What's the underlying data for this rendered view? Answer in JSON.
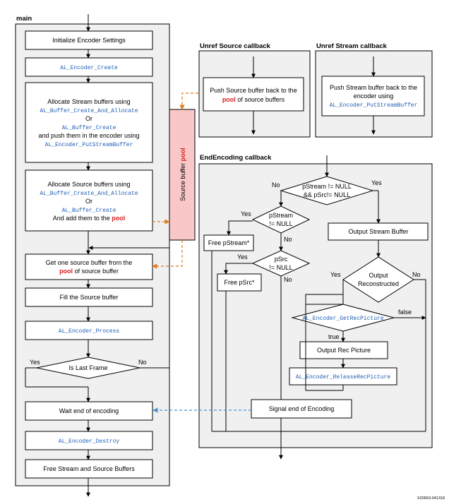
{
  "panels": {
    "main": "main",
    "unref_source": "Unref Source callback",
    "unref_stream": "Unref Stream callback",
    "end_encoding": "EndEncoding callback"
  },
  "main": {
    "init": "Initialize Encoder Settings",
    "create": "AL_Encoder_Create",
    "stream_alloc": {
      "line1": "Allocate Stream buffers using",
      "fn1": "AL_Buffer_Create_And_Allocate",
      "or": "Or",
      "fn2": "AL_Buffer_Create",
      "line2": "and push them in the encoder using",
      "fn3": "AL_Encoder_PutStreamBuffer"
    },
    "source_alloc": {
      "line1": "Allocate Source buffers using",
      "fn1": "AL_Buffer_Create_And_Allocate",
      "or": "Or",
      "fn2": "AL_Buffer_Create",
      "line2_pre": "And add them to the ",
      "line2_red": "pool"
    },
    "get_source": {
      "line1": "Get one source buffer from the",
      "red": "pool",
      "line2_post": " of source buffer"
    },
    "fill": "Fill the Source buffer",
    "process": "AL_Encoder_Process",
    "last_frame": "Is Last Frame",
    "yes": "Yes",
    "no": "No",
    "wait": "Wait end of encoding",
    "destroy": "AL_Encoder_Destroy",
    "free_all": "Free Stream and Source Buffers"
  },
  "pool": {
    "label_pre": "Source buffer ",
    "label_red": "pool"
  },
  "unref_source": {
    "line1": "Push Source buffer back to the",
    "red": "pool",
    "line2_post": " of source buffers"
  },
  "unref_stream": {
    "line1": "Push Stream buffer back to the",
    "line2": "encoder using",
    "fn": "AL_Encoder_PutStreamBuffer"
  },
  "end_encoding": {
    "cond1_l1": "pStream != NULL",
    "cond1_l2": "&& pSrc!= NULL",
    "no1": "No",
    "yes1": "Yes",
    "cond2_l1": "pStream",
    "cond2_l2": "!= NULL",
    "yes2": "Yes",
    "no2": "No",
    "free_stream": "Free pStream*",
    "cond3_l1": "pSrc",
    "cond3_l2": "!= NULL",
    "yes3": "Yes",
    "no3": "No",
    "free_src": "Free pSrc*",
    "output_stream": "Output Stream Buffer",
    "cond4_l1": "Output",
    "cond4_l2": "Reconstructed",
    "yes4": "Yes",
    "no4": "No",
    "get_rec": "AL_Encoder_GetRecPicture",
    "false_lbl": "false",
    "true_lbl": "true",
    "output_rec": "Output Rec Picture",
    "release_rec": "AL_Encoder_ReleaseRecPicture",
    "signal": "Signal end of Encoding"
  },
  "figure_id": "X20653-041318",
  "colors": {
    "accent_red": "#d61f1f",
    "function_blue": "#1f5fb4",
    "pool_fill": "#f9c7c7",
    "orange_dash": "#e07a1f",
    "blue_dash": "#4a8fd6",
    "panel_gray": "#f0f0f0"
  }
}
